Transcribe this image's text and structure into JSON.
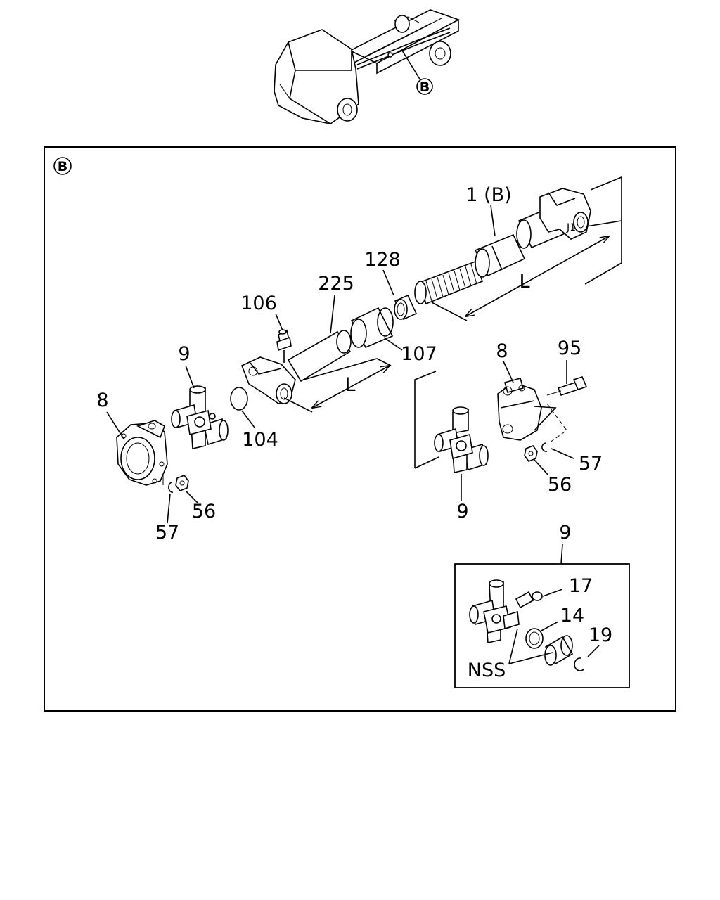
{
  "view_marker": "B",
  "labels": {
    "p1": "1 (B)",
    "p225": "225",
    "p128": "128",
    "p106": "106",
    "p107": "107",
    "p104": "104",
    "p9_left": "9",
    "p8_left": "8",
    "p56_left": "56",
    "p57_left": "57",
    "p8_right": "8",
    "p95": "95",
    "p57_right": "57",
    "p56_right": "56",
    "p9_right": "9",
    "p9_detail": "9",
    "p17": "17",
    "p14": "14",
    "p19": "19",
    "nss": "NSS",
    "length_upper": "L",
    "length_lower": "L"
  }
}
